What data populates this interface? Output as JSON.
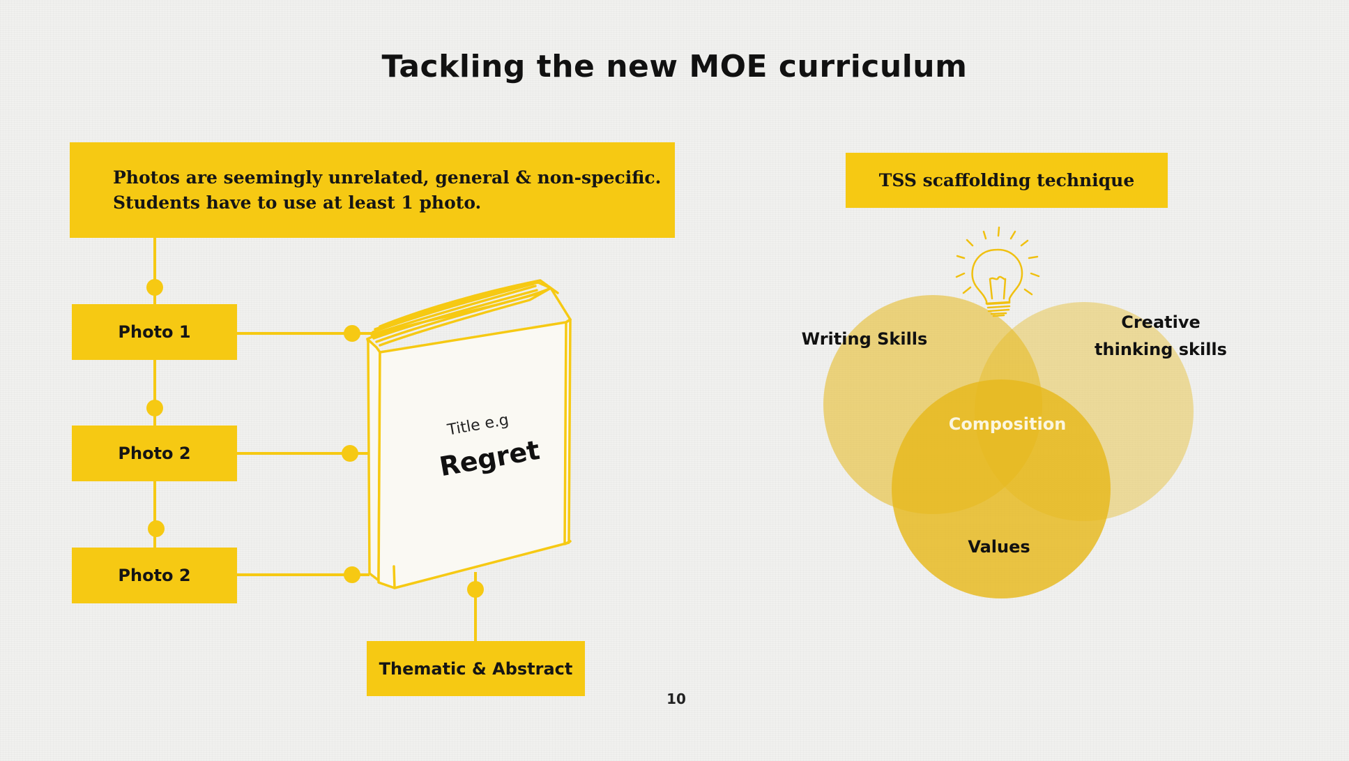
{
  "slide": {
    "title": "Tackling the new MOE curriculum",
    "page_number": "10"
  },
  "left": {
    "description_lines": [
      "Photos are seemingly unrelated, general & non-specific.",
      "Students have to use at least 1 photo."
    ],
    "photos": [
      "Photo 1",
      "Photo 2",
      "Photo 2"
    ],
    "book": {
      "title_hint": "Title e.g",
      "title_example": "Regret"
    },
    "bottom_label": "Thematic & Abstract"
  },
  "right": {
    "header": "TSS scaffolding technique",
    "venn": {
      "left_circle": "Writing Skills",
      "right_circle_line1": "Creative",
      "right_circle_line2": "thinking skills",
      "center": "Composition",
      "bottom_circle": "Values"
    },
    "icon": "lightbulb-icon"
  },
  "colors": {
    "accent": "#f6c913",
    "venn": "#e6b81c",
    "text": "#111111"
  }
}
